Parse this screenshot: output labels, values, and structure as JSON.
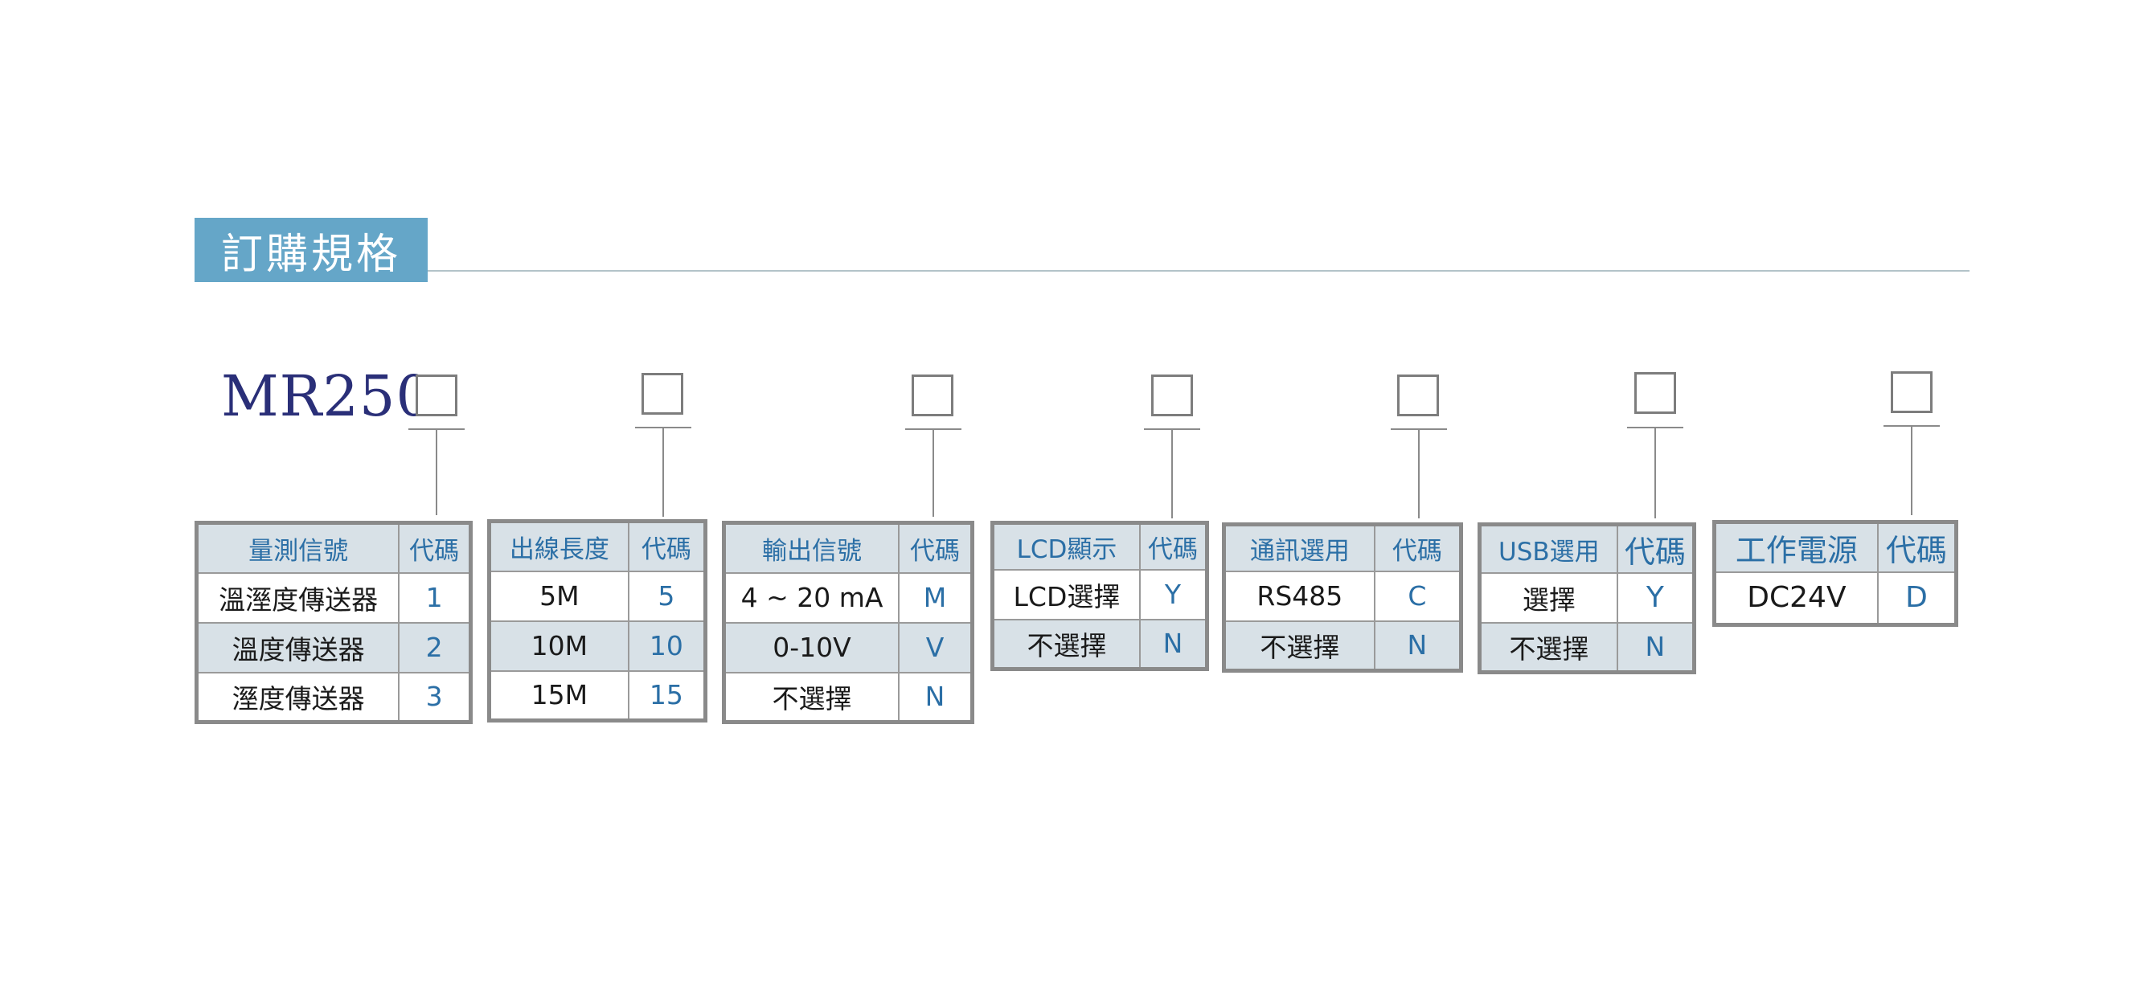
{
  "header": {
    "title": "訂購規格"
  },
  "model": {
    "prefix": "MR250"
  },
  "tables": [
    {
      "headers": [
        "量測信號",
        "代碼"
      ],
      "rows": [
        {
          "option": "溫溼度傳送器",
          "code": "1"
        },
        {
          "option": "溫度傳送器",
          "code": "2"
        },
        {
          "option": "溼度傳送器",
          "code": "3"
        }
      ]
    },
    {
      "headers": [
        "出線長度",
        "代碼"
      ],
      "rows": [
        {
          "option": "5M",
          "code": "5"
        },
        {
          "option": "10M",
          "code": "10"
        },
        {
          "option": "15M",
          "code": "15"
        }
      ]
    },
    {
      "headers": [
        "輸出信號",
        "代碼"
      ],
      "rows": [
        {
          "option": "4 ~ 20 mA",
          "code": "M"
        },
        {
          "option": "0-10V",
          "code": "V"
        },
        {
          "option": "不選擇",
          "code": "N"
        }
      ]
    },
    {
      "headers": [
        "LCD顯示",
        "代碼"
      ],
      "rows": [
        {
          "option": "LCD選擇",
          "code": "Y"
        },
        {
          "option": "不選擇",
          "code": "N"
        }
      ]
    },
    {
      "headers": [
        "通訊選用",
        "代碼"
      ],
      "rows": [
        {
          "option": "RS485",
          "code": "C"
        },
        {
          "option": "不選擇",
          "code": "N"
        }
      ]
    },
    {
      "headers": [
        "USB選用",
        "代碼"
      ],
      "rows": [
        {
          "option": "選擇",
          "code": "Y"
        },
        {
          "option": "不選擇",
          "code": "N"
        }
      ]
    },
    {
      "headers": [
        "工作電源",
        "代碼"
      ],
      "rows": [
        {
          "option": "DC24V",
          "code": "D"
        }
      ]
    }
  ],
  "colors": {
    "header_block": "#65a6c8",
    "model_text": "#2a2f78",
    "table_header_bg": "#d8e1e7",
    "code_text": "#2b6fa6",
    "border": "#8a8a8a"
  }
}
